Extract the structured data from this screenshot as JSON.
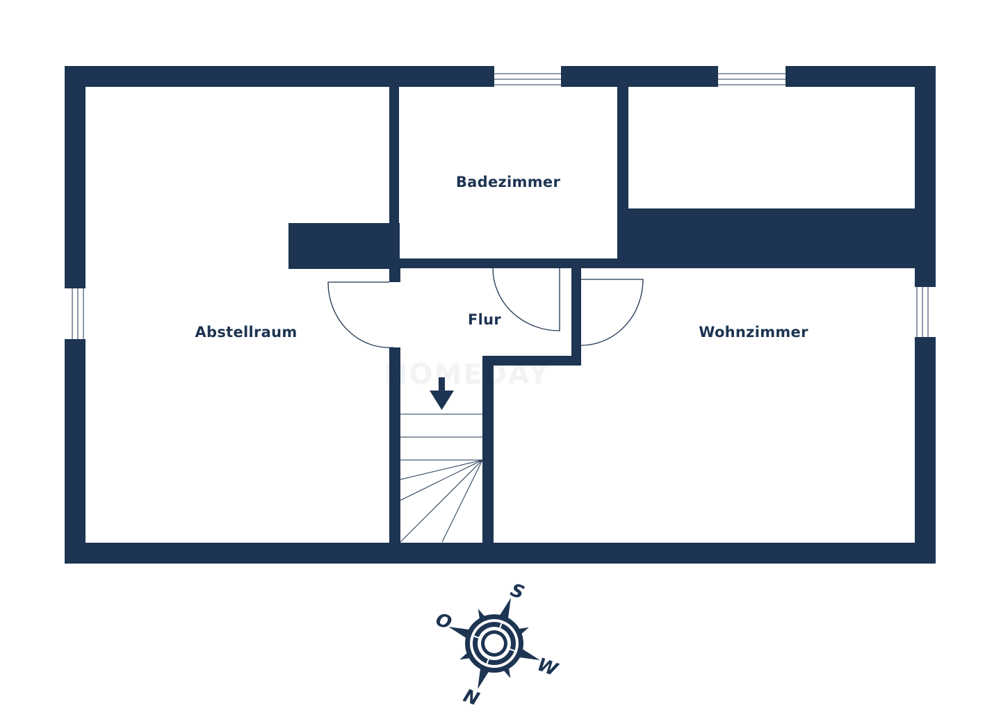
{
  "colors": {
    "wall": "#1d3452",
    "floor": "#ffffff",
    "line": "#1d3452"
  },
  "rooms": {
    "storage": "Abstellraum",
    "bathroom": "Badezimmer",
    "hallway": "Flur",
    "living_room": "Wohnzimmer"
  },
  "compass": {
    "north": "N",
    "east": "O",
    "south": "S",
    "west": "W"
  },
  "watermark": "HOMEDAY",
  "icons": {
    "stair_direction": "arrow-down-icon",
    "compass": "compass-rose-icon"
  }
}
